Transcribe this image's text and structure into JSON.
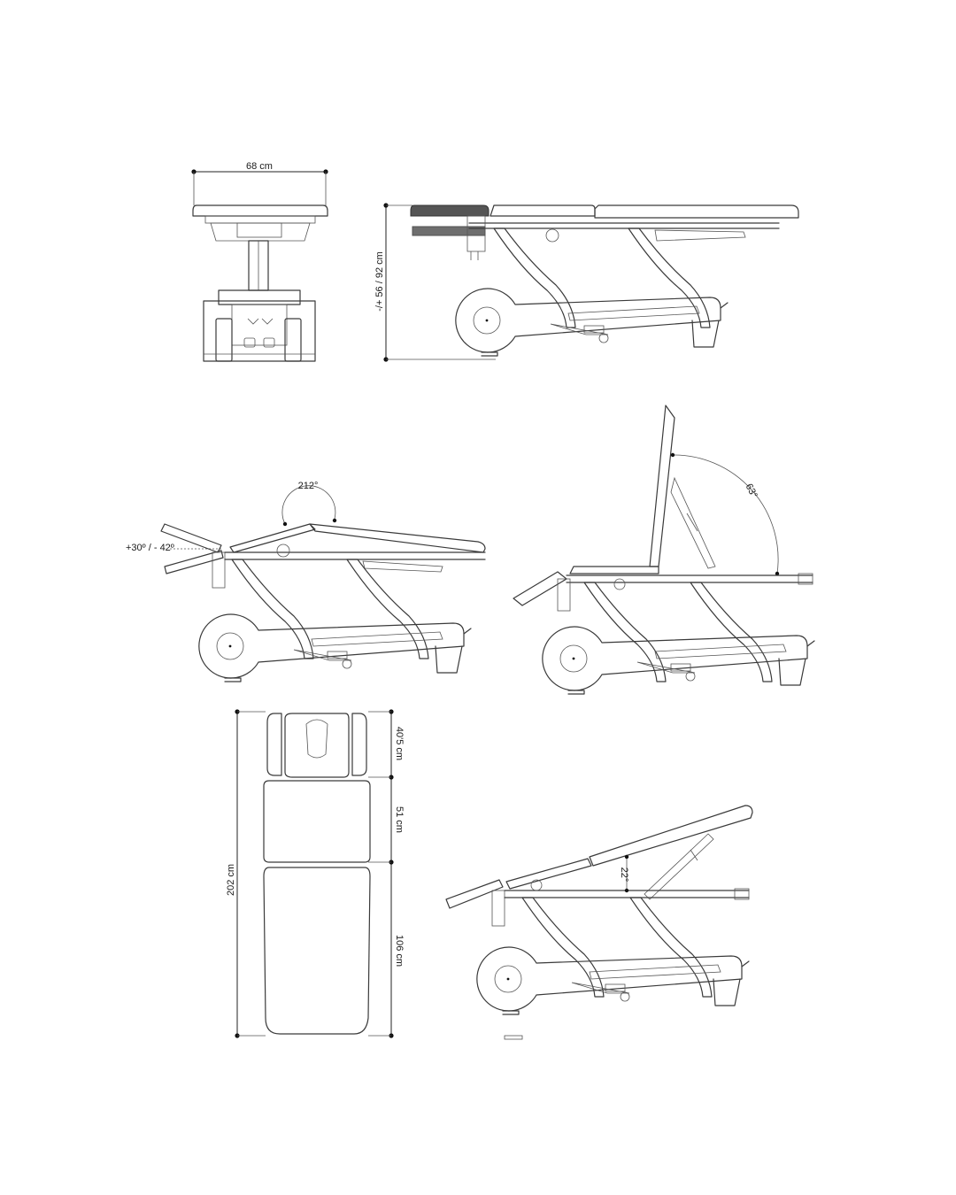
{
  "labels": {
    "width": "68 cm",
    "height_range": "-/+ 56 / 92 cm",
    "angle_head": "212°",
    "angle_head_tilt": "+30º / - 42º",
    "angle_back": "63°",
    "seg_head": "40'5 cm",
    "seg_mid": "51 cm",
    "seg_leg": "106 cm",
    "total_length": "202 cm",
    "angle_leg": "22°"
  },
  "colors": {
    "line": "#3a3a3a",
    "dimension": "#222222",
    "dark_part": "#555555"
  }
}
